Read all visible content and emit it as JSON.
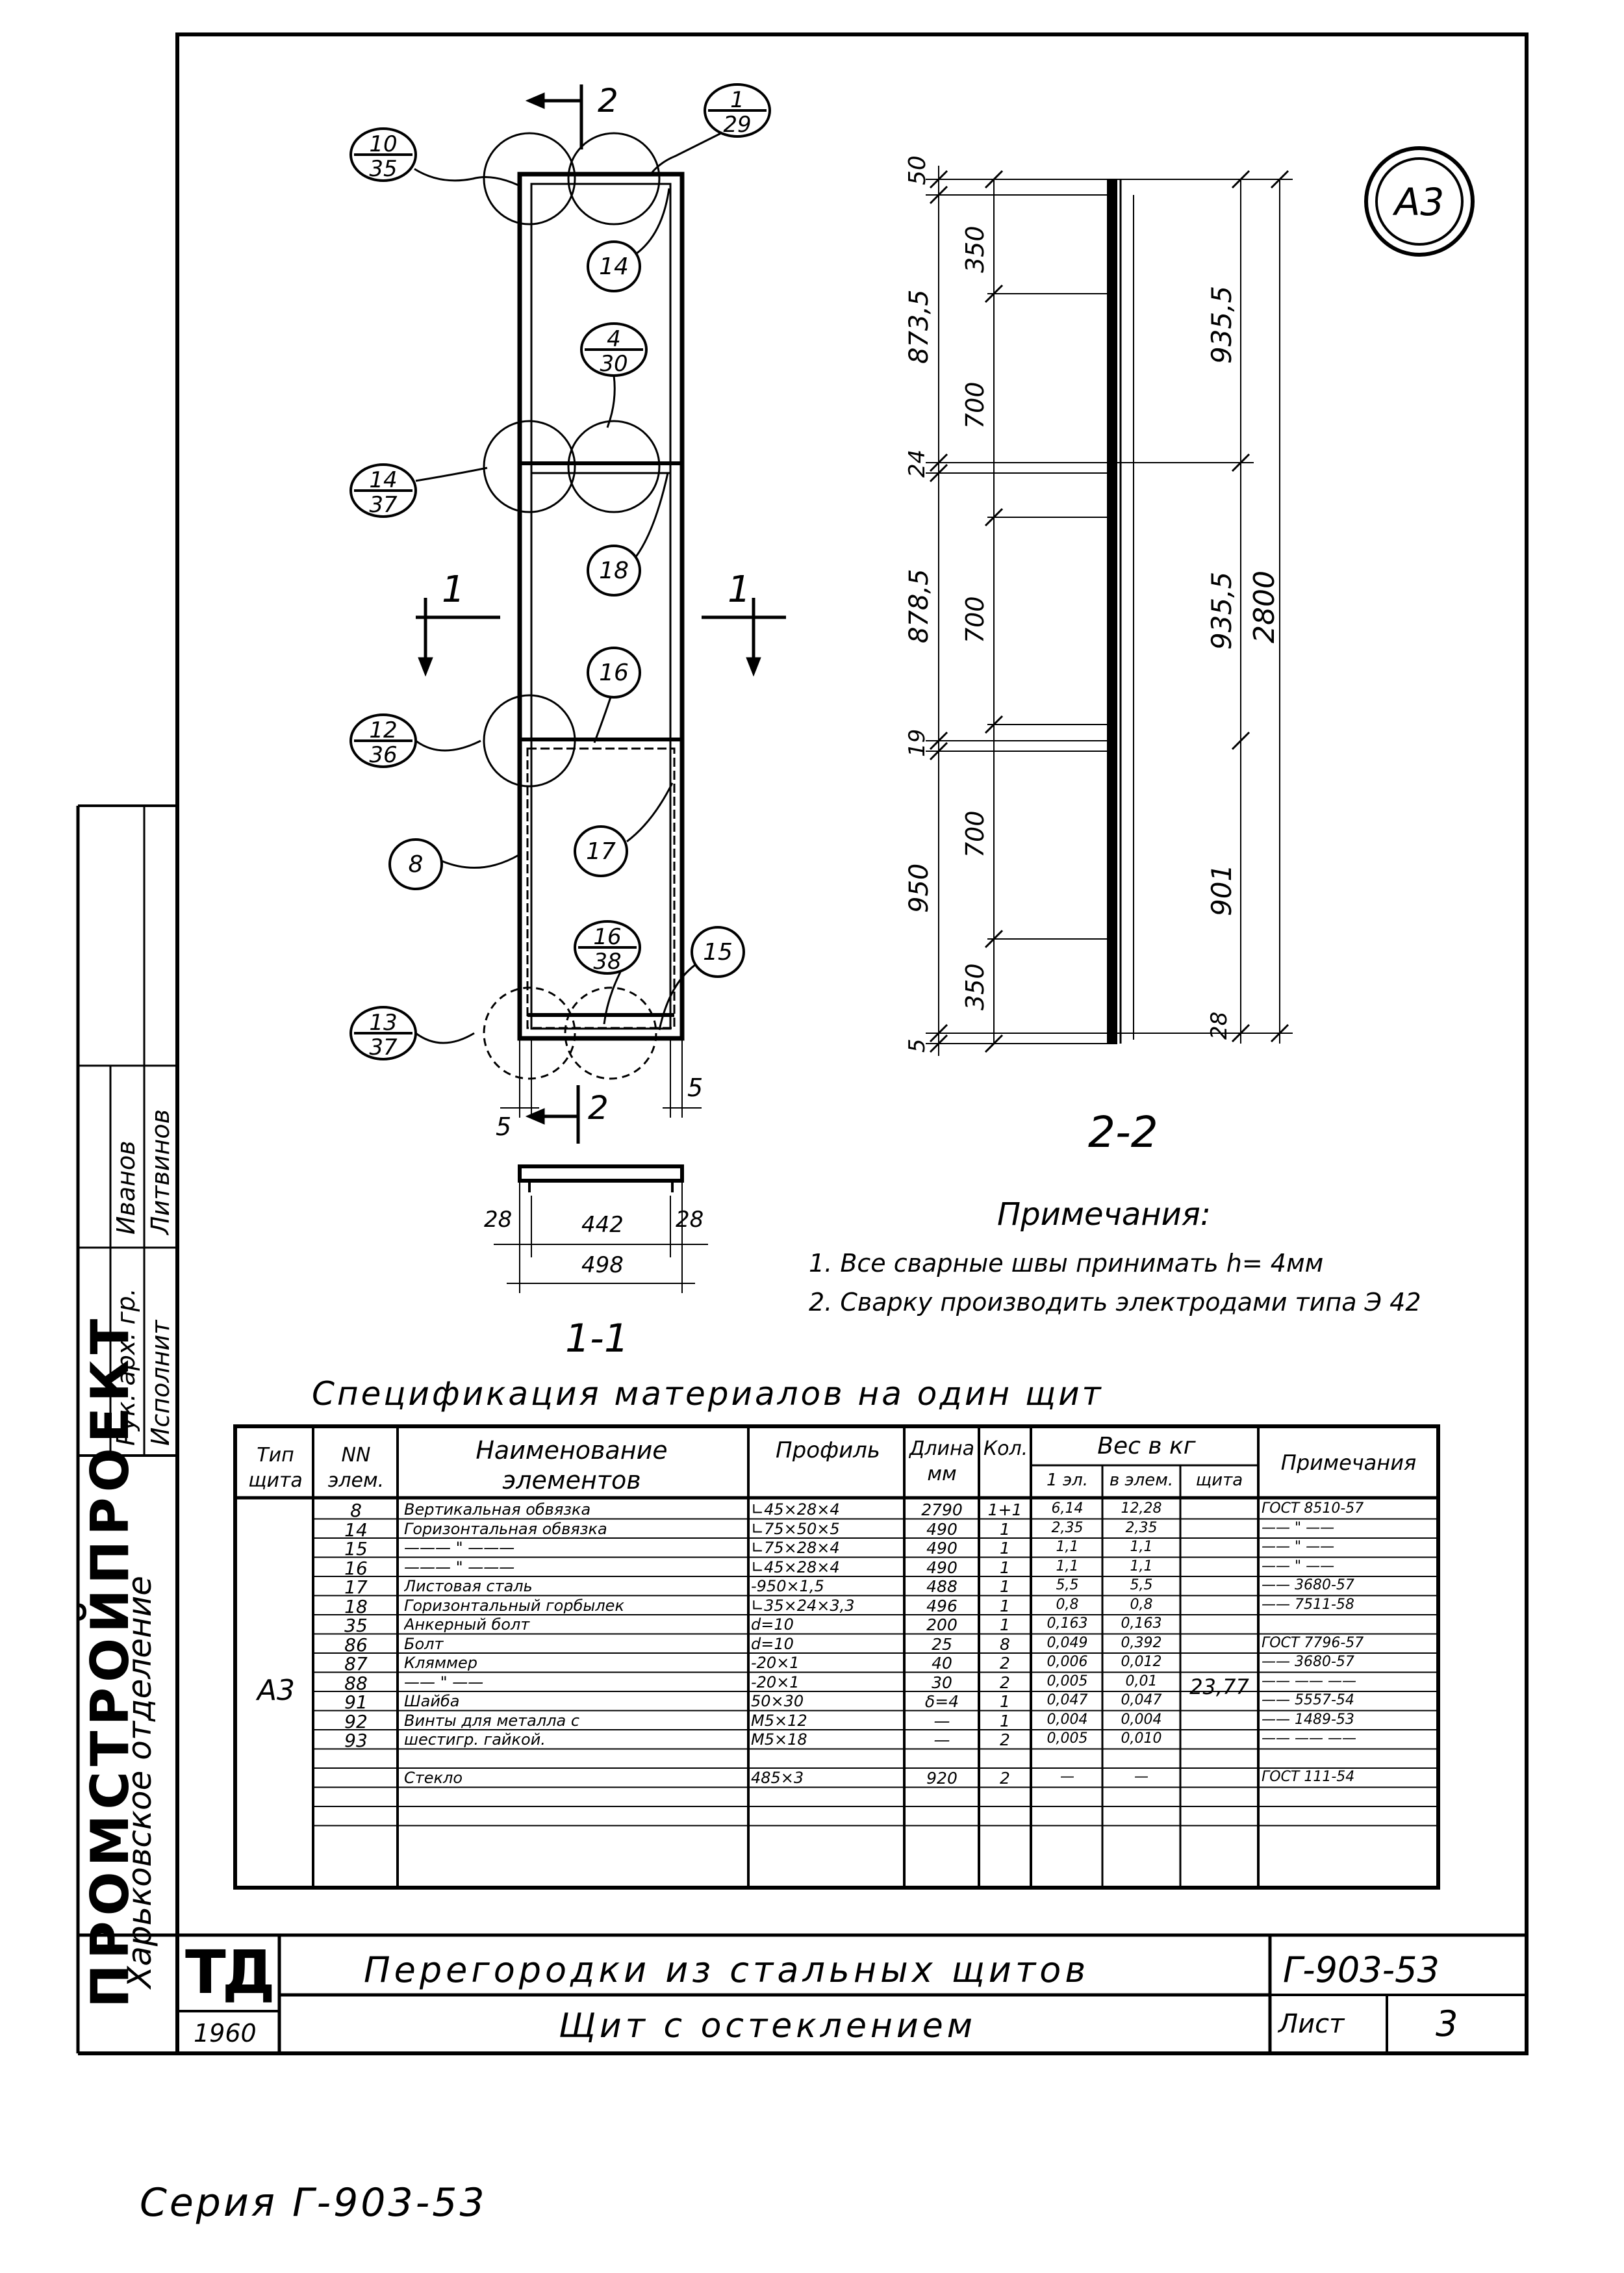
{
  "title_block": {
    "logo": "ТД",
    "year": "1960",
    "title_main": "Перегородки из стальных щитов",
    "title_sub": "Щит с остеклением",
    "code": "Г-903-53",
    "sheet_label": "Лист",
    "sheet_no": "3"
  },
  "badge": "А3",
  "series_caption": "Серия Г-903-53",
  "side_stamp": {
    "org": "ПРОМСТРОЙПРОЕКТ",
    "branch": "Харьковское отделение",
    "rows": [
      {
        "role": "Рук. арх. гр.",
        "name": "Иванов"
      },
      {
        "role": "Исполнит",
        "name": "Литвинов"
      }
    ]
  },
  "view_labels": {
    "section_1": "1-1",
    "section_2": "2-2",
    "cut_1": "1",
    "cut_2": "2"
  },
  "callouts": [
    {
      "top": "10",
      "bottom": "35"
    },
    {
      "top": "1",
      "bottom": "29"
    },
    {
      "single": "14"
    },
    {
      "top": "4",
      "bottom": "30"
    },
    {
      "top": "14",
      "bottom": "37"
    },
    {
      "single": "18"
    },
    {
      "single": "16"
    },
    {
      "top": "12",
      "bottom": "36"
    },
    {
      "single": "8"
    },
    {
      "single": "17"
    },
    {
      "top": "16",
      "bottom": "38"
    },
    {
      "single": "15"
    },
    {
      "top": "13",
      "bottom": "37"
    }
  ],
  "dims_front": {
    "left_gap": "5",
    "right_gap": "5"
  },
  "dims_section_1": {
    "left": "28",
    "middle": "442",
    "right": "28",
    "overall": "498"
  },
  "dims_section_2": {
    "left_chain": [
      "50",
      "873,5",
      "24",
      "878,5",
      "19",
      "950",
      "5"
    ],
    "inner_chain": [
      "350",
      "700",
      "700",
      "700",
      "350"
    ],
    "right_chain": [
      "935,5",
      "935,5",
      "901",
      "28"
    ],
    "overall": "2800"
  },
  "notes": {
    "heading": "Примечания:",
    "items": [
      "1. Все сварные швы принимать h= 4мм",
      "2. Сварку производить электродами типа Э 42"
    ]
  },
  "spec": {
    "caption": "Спецификация материалов на один щит",
    "headers": {
      "type": "Тип щита",
      "nn": "NN элем.",
      "name": "Наименование элементов",
      "profile": "Профиль",
      "length": "Длина мм",
      "count": "Кол.",
      "weight": "Вес в кг",
      "w1": "1 эл.",
      "w2": "в элем.",
      "w3": "щита",
      "notes": "Примечания"
    },
    "type_value": "А3",
    "total_weight": "23,77",
    "rows": [
      {
        "nn": "8",
        "name": "Вертикальная обвязка",
        "profile": "∟45×28×4",
        "len": "2790",
        "cnt": "1+1",
        "w1": "6,14",
        "w2": "12,28",
        "note": "ГОСТ 8510-57"
      },
      {
        "nn": "14",
        "name": "Горизонтальная обвязка",
        "profile": "∟75×50×5",
        "len": "490",
        "cnt": "1",
        "w1": "2,35",
        "w2": "2,35",
        "note": "—— \" ——"
      },
      {
        "nn": "15",
        "name": "——— \" ———",
        "profile": "∟75×28×4",
        "len": "490",
        "cnt": "1",
        "w1": "1,1",
        "w2": "1,1",
        "note": "—— \" ——"
      },
      {
        "nn": "16",
        "name": "——— \" ———",
        "profile": "∟45×28×4",
        "len": "490",
        "cnt": "1",
        "w1": "1,1",
        "w2": "1,1",
        "note": "—— \" ——"
      },
      {
        "nn": "17",
        "name": "Листовая сталь",
        "profile": "-950×1,5",
        "len": "488",
        "cnt": "1",
        "w1": "5,5",
        "w2": "5,5",
        "note": "—— 3680-57"
      },
      {
        "nn": "18",
        "name": "Горизонтальный горбылек",
        "profile": "∟35×24×3,3",
        "len": "496",
        "cnt": "1",
        "w1": "0,8",
        "w2": "0,8",
        "note": "—— 7511-58"
      },
      {
        "nn": "35",
        "name": "Анкерный болт",
        "profile": "d=10",
        "len": "200",
        "cnt": "1",
        "w1": "0,163",
        "w2": "0,163",
        "note": ""
      },
      {
        "nn": "86",
        "name": "Болт",
        "profile": "d=10",
        "len": "25",
        "cnt": "8",
        "w1": "0,049",
        "w2": "0,392",
        "note": "ГОСТ 7796-57"
      },
      {
        "nn": "87",
        "name": "Кляммер",
        "profile": "-20×1",
        "len": "40",
        "cnt": "2",
        "w1": "0,006",
        "w2": "0,012",
        "note": "—— 3680-57"
      },
      {
        "nn": "88",
        "name": "—— \" ——",
        "profile": "-20×1",
        "len": "30",
        "cnt": "2",
        "w1": "0,005",
        "w2": "0,01",
        "note": "—— —— ——"
      },
      {
        "nn": "91",
        "name": "Шайба",
        "profile": "50×30",
        "len": "δ=4",
        "cnt": "1",
        "w1": "0,047",
        "w2": "0,047",
        "note": "—— 5557-54"
      },
      {
        "nn": "92",
        "name": "Винты для металла с",
        "profile": "М5×12",
        "len": "—",
        "cnt": "1",
        "w1": "0,004",
        "w2": "0,004",
        "note": "—— 1489-53"
      },
      {
        "nn": "93",
        "name": "шестигр. гайкой.",
        "profile": "М5×18",
        "len": "—",
        "cnt": "2",
        "w1": "0,005",
        "w2": "0,010",
        "note": "—— —— ——"
      },
      {
        "nn": "",
        "name": "Стекло",
        "profile": "485×3",
        "len": "920",
        "cnt": "2",
        "w1": "—",
        "w2": "—",
        "note": "ГОСТ 111-54"
      }
    ]
  }
}
